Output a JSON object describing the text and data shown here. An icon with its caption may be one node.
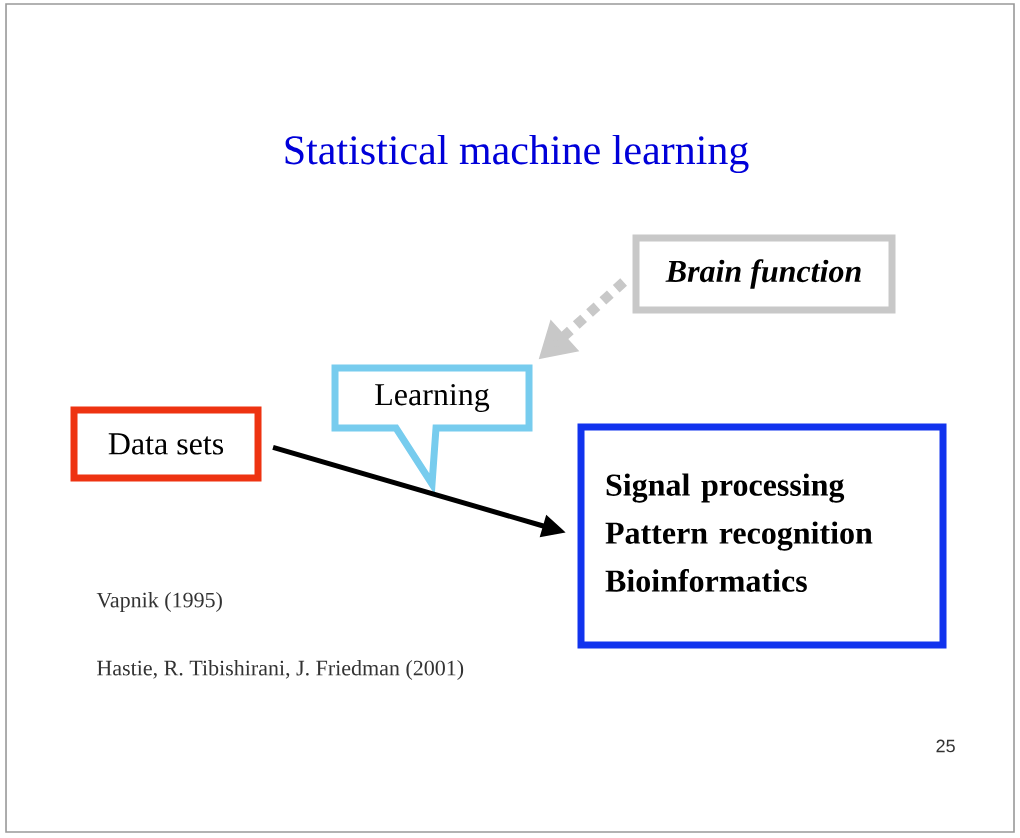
{
  "diagram": {
    "title": "Statistical machine learning",
    "nodes": [
      {
        "text": [
          "*Brain function*"
        ]
      },
      {
        "text": [
          "Learning"
        ]
      },
      {
        "text": [
          "Data  sets"
        ]
      },
      {
        "text": [
          "Signal processing",
          "Pattern recognition",
          "Bioinformatics"
        ]
      }
    ],
    "edges": [
      {
        "from": 0,
        "to": 1,
        "arrow": "to",
        "style": "dashed",
        "color": "#c8c8c8"
      },
      {
        "from": 2,
        "to": 3,
        "arrow": "to",
        "color": "#000000"
      }
    ],
    "labels": [
      "Vapnik (1995)",
      "Hastie, R. Tibishirani, J. Friedman (2001)",
      "25"
    ]
  }
}
